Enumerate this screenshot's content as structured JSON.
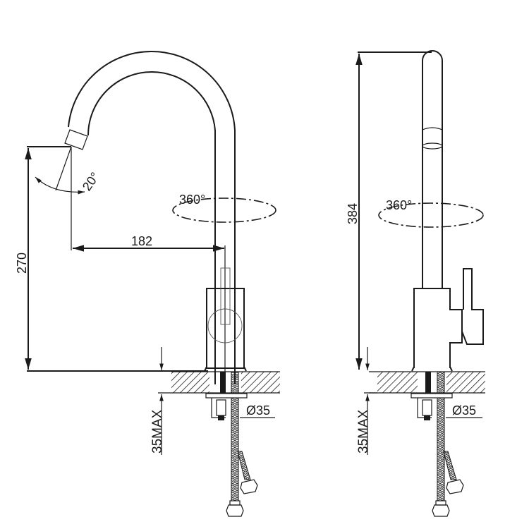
{
  "diagram": {
    "title": "Kitchen faucet dimension drawing",
    "views": [
      {
        "name": "front-view",
        "labels": {
          "spout_tilt_angle": "20°",
          "rotation": "360°",
          "reach": "182",
          "spout_height": "270",
          "hole_diameter": "Ø35",
          "max_counter_thickness": "35MAX"
        }
      },
      {
        "name": "side-view",
        "labels": {
          "rotation": "360°",
          "total_height": "384",
          "hole_diameter": "Ø35",
          "max_counter_thickness": "35MAX"
        }
      }
    ],
    "colors": {
      "line": "#1a1a1a",
      "background": "#ffffff"
    }
  }
}
